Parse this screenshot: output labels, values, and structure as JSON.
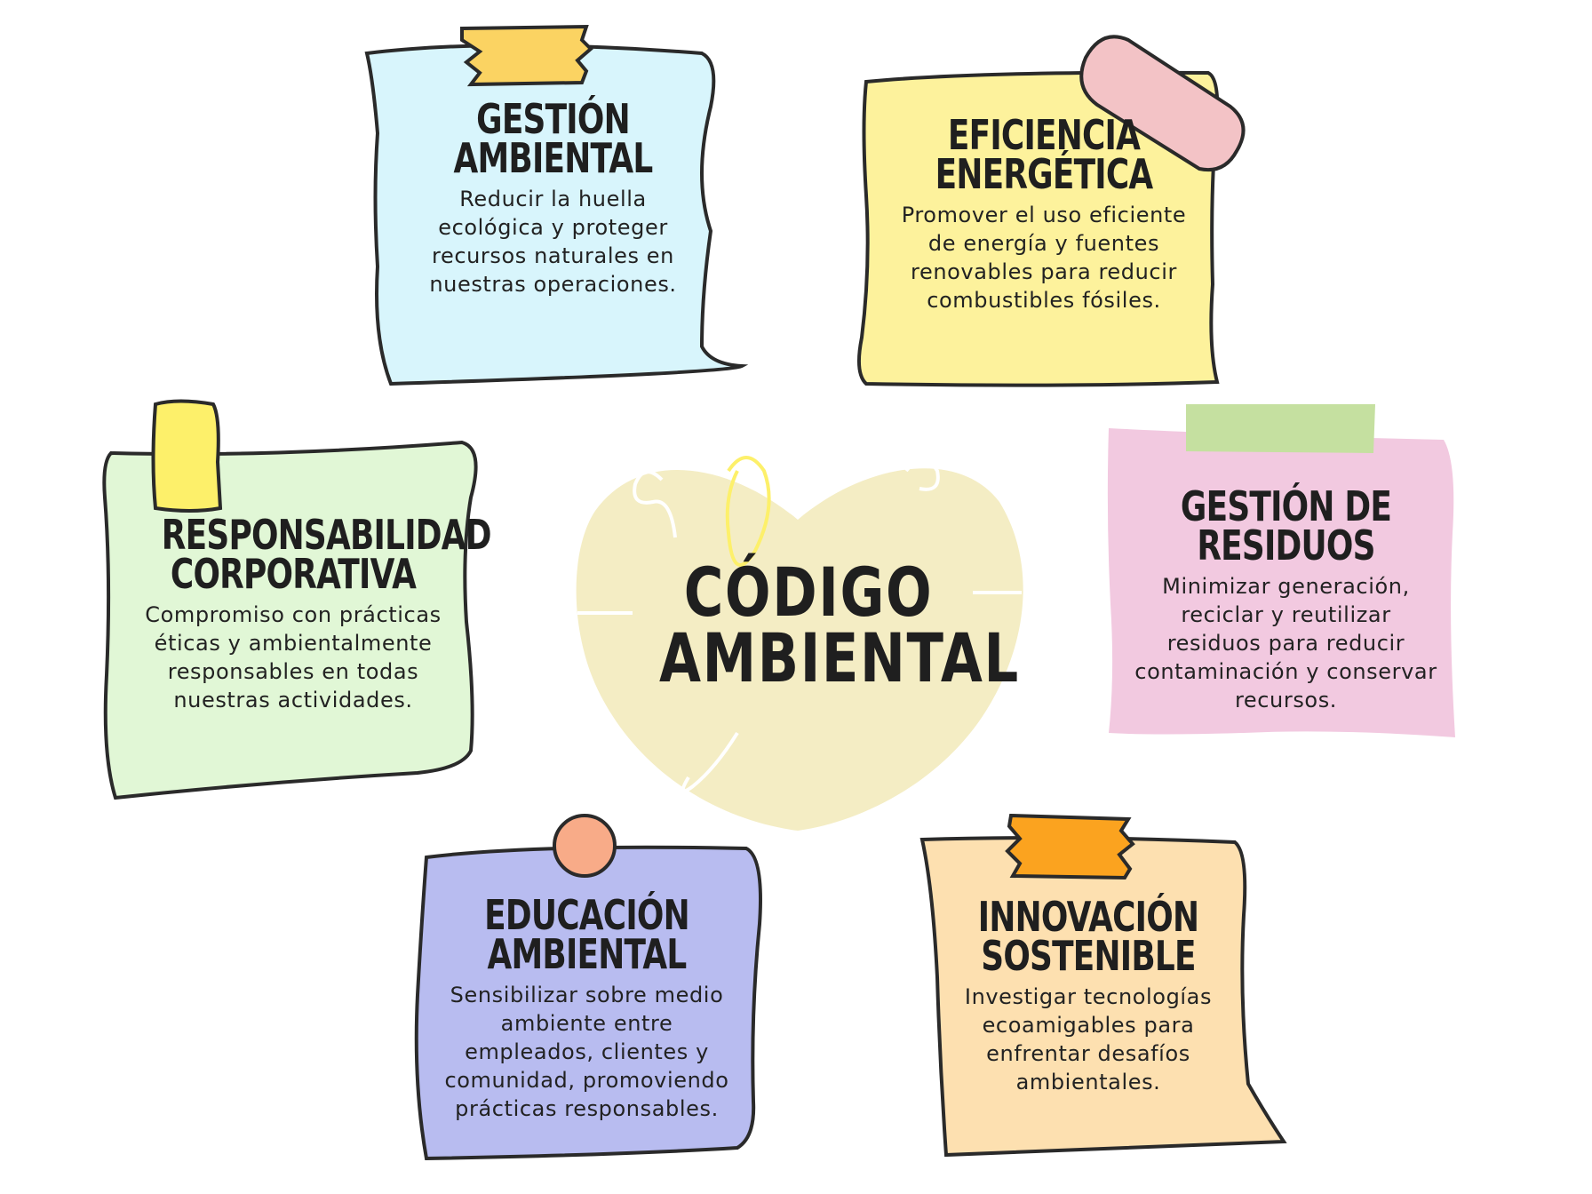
{
  "center": {
    "line1": "CÓDIGO",
    "line2": "AMBIENTAL"
  },
  "notes": [
    {
      "title1": "GESTIÓN",
      "title2": "AMBIENTAL",
      "color": "#d8f5fc",
      "body": "Reducir la huella ecológica y proteger recursos naturales en nuestras operaciones."
    },
    {
      "title1": "EFICIENCIA",
      "title2": "ENERGÉTICA",
      "color": "#fdf29c",
      "body": "Promover el uso eficiente de energía y fuentes renovables para reducir combustibles fósiles."
    },
    {
      "title1": "RESPONSABILIDAD",
      "title2": "CORPORATIVA",
      "color": "#e1f7d6",
      "body": "Compromiso con prácticas éticas y ambientalmente responsables en todas nuestras actividades."
    },
    {
      "title1": "GESTIÓN DE",
      "title2": "RESIDUOS",
      "color": "#f2c9e0",
      "body": "Minimizar generación, reciclar y reutilizar residuos para reducir contaminación y conservar recursos."
    },
    {
      "title1": "EDUCACIÓN",
      "title2": "AMBIENTAL",
      "color": "#b8bcf0",
      "body": "Sensibilizar sobre medio ambiente entre empleados, clientes y comunidad, promoviendo prácticas responsables."
    },
    {
      "title1": "INNOVACIÓN",
      "title2": "SOSTENIBLE",
      "color": "#fde0b0",
      "body": "Investigar tecnologías ecoamigables para enfrentar desafíos ambientales."
    }
  ],
  "colors": {
    "heart": "#f4edc4",
    "tape_yellow_orange": "#fbd362",
    "tape_pink": "#f3c3c6",
    "tape_yellow": "#fdf06a",
    "tape_green": "#c5e0a0",
    "pin_salmon": "#f8ab88",
    "tape_orange": "#fba31f",
    "outline": "#2a2a2a"
  }
}
